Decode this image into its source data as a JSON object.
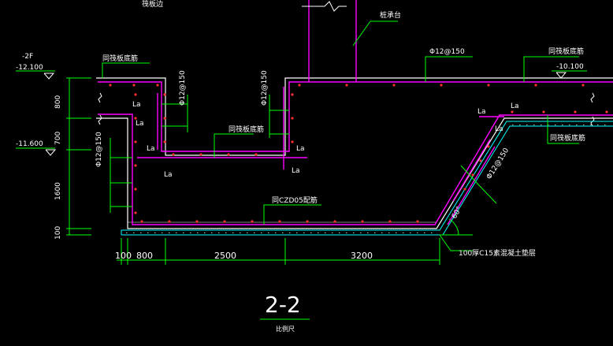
{
  "drawing": {
    "title": "2-2",
    "subtitle": "比例尺",
    "top_label": "筏板边",
    "colors": {
      "background": "#000000",
      "concrete": "#ffffff",
      "rebar": "#ff00ff",
      "leader": "#00ff00",
      "bar_dot": "#ff3030",
      "dimension": "#00ff00",
      "cushion": "#00ffff"
    }
  },
  "elevations": [
    {
      "floor": "-2F",
      "value": "-12.100"
    },
    {
      "value": "-11.600"
    },
    {
      "value": "-10.100"
    }
  ],
  "callouts": {
    "pile_cap": "桩承台",
    "rebar_top_right": "Φ12@150",
    "same_bottom_left": "同筏板底筋",
    "same_bottom_mid": "同筏板底筋",
    "same_bottom_right_top": "同筏板底筋",
    "same_bottom_right": "同筏板底筋",
    "rebar_left_wall_a": "Φ12@150",
    "rebar_left_wall_b": "Φ12@150",
    "rebar_mid_wall": "Φ12@150",
    "rebar_slope": "Φ12@150",
    "rebar_bottom": "同CZD05配筋",
    "cushion": "100厚C15素混凝土垫层",
    "angle": "60°"
  },
  "anchorage": [
    "La",
    "La",
    "La",
    "La",
    "La",
    "La",
    "La",
    "La",
    "La"
  ],
  "dims_vertical": [
    "800",
    "700",
    "1600",
    "100"
  ],
  "dims_horizontal": [
    "100",
    "800",
    "2500",
    "3200"
  ]
}
